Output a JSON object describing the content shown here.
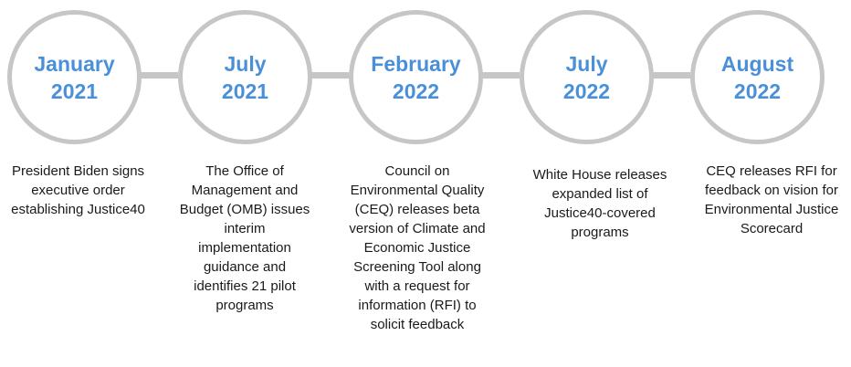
{
  "timeline": {
    "milestones": [
      {
        "month": "January",
        "year": "2021",
        "description": "President Biden signs executive order establishing Justice40"
      },
      {
        "month": "July",
        "year": "2021",
        "description": "The Office of Management and Budget (OMB) issues interim implementation guidance and identifies 21 pilot programs"
      },
      {
        "month": "February",
        "year": "2022",
        "description": "Council on Environmental Quality (CEQ) releases beta version of Climate and Economic Justice Screening Tool along with a request for information (RFI) to solicit feedback"
      },
      {
        "month": "July",
        "year": "2022",
        "description": "White House releases expanded list of Justice40-covered programs"
      },
      {
        "month": "August",
        "year": "2022",
        "description": "CEQ releases RFI for feedback on vision for Environmental Justice Scorecard"
      }
    ]
  },
  "colors": {
    "date_text": "#4a90d9",
    "circle_border": "#c6c6c6",
    "connector": "#c6c6c6",
    "body_text": "#1a1a1a"
  }
}
